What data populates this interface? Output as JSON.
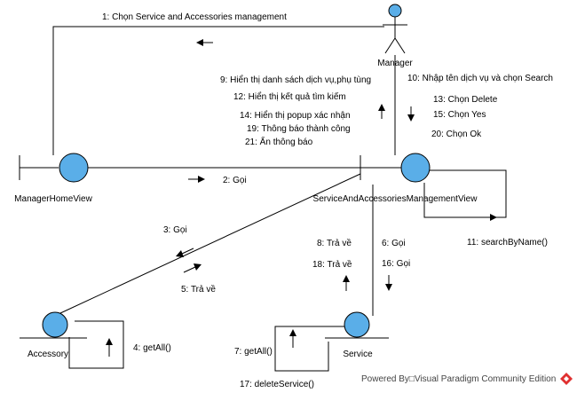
{
  "colors": {
    "boundary_fill": "#5aaee8",
    "line": "#000000",
    "logo": "#e03030"
  },
  "actors": {
    "manager": {
      "label": "Manager"
    }
  },
  "objects": {
    "manager_home_view": {
      "label": "ManagerHomeView"
    },
    "management_view": {
      "label": "ServiceAndAccessoriesManagementView"
    },
    "accessory": {
      "label": "Accessory"
    },
    "service": {
      "label": "Service"
    }
  },
  "messages": {
    "m1": "1: Chọn Service and Accessories management",
    "m2": "2: Gọi",
    "m3": "3: Gọi",
    "m4": "4: getAll()",
    "m5": "5: Trả về",
    "m6": "6: Gọi",
    "m7": "7: getAll()",
    "m8": "8: Trả về",
    "m9": "9: Hiển thị danh sách dịch vụ,phụ tùng",
    "m10": "10: Nhập tên dịch vụ và chọn Search",
    "m11": "11: searchByName()",
    "m12": "12: Hiển thị kết quả tìm kiếm",
    "m13": "13: Chọn Delete",
    "m14": "14: Hiển thị popup xác nhận",
    "m15": "15: Chọn Yes",
    "m16": "16: Gọi",
    "m17": "17: deleteService()",
    "m18": "18: Trả về",
    "m19": "19: Thông báo thành công",
    "m20": "20: Chọn Ok",
    "m21": "21: Ẩn thông báo"
  },
  "watermark": {
    "text": "Powered By□Visual Paradigm Community Edition",
    "logo_icon": "visual-paradigm-logo-icon"
  }
}
